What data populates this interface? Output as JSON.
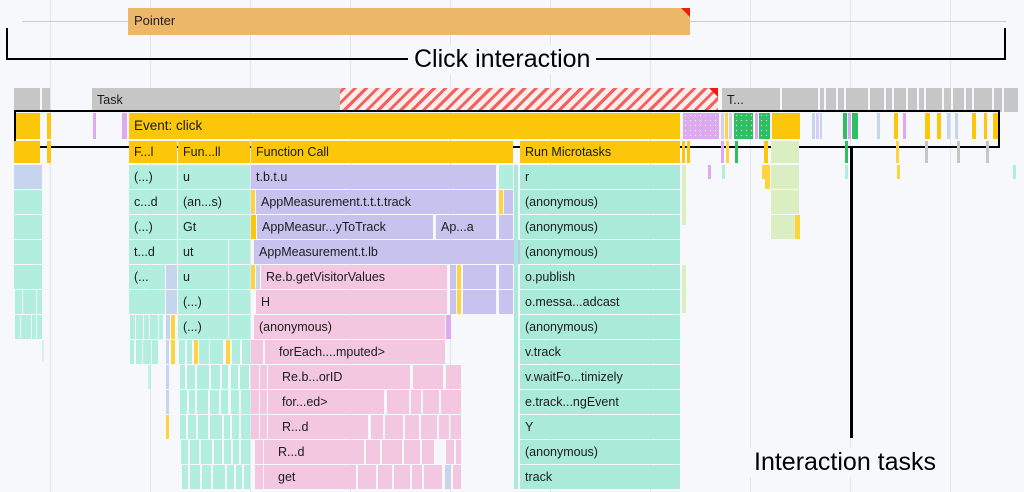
{
  "annotations": {
    "click_interaction": "Click interaction",
    "interaction_tasks": "Interaction tasks"
  },
  "timeline": {
    "pointer_track": {
      "label": "Pointer",
      "has_warning_marker": true
    },
    "task_track": {
      "main_label": "Task",
      "secondary_label": "T...",
      "long_task_warning": true
    },
    "event_track": {
      "label": "Event: click"
    }
  },
  "flame_chart": {
    "header_row": [
      {
        "label": "F...l",
        "color": "#fcc60a"
      },
      {
        "label": "Fun...ll",
        "color": "#fcc60a"
      },
      {
        "label": "Function Call",
        "color": "#fcc60a"
      },
      {
        "label": "Run Microtasks",
        "color": "#fcc60a"
      }
    ],
    "column_a": [
      "(...)",
      "c...d",
      "(...)",
      "t...d",
      "(...",
      "",
      "",
      ""
    ],
    "column_b": [
      "u",
      "(an...s)",
      "Gt",
      "ut",
      "u",
      "(...)",
      "(...)",
      ""
    ],
    "column_c": [
      "t.b.t.u",
      "AppMeasurement.t.t.t.track",
      "AppMeasur...yToTrack",
      "AppMeasurement.t.lb",
      "Re.b.getVisitorValues",
      "H",
      "(anonymous)",
      "forEach....mputed>",
      "Re.b...orID",
      "for...ed>",
      "R...d",
      "R...d",
      "get"
    ],
    "column_c_extra": "Ap...a",
    "column_d": [
      "r",
      "(anonymous)",
      "(anonymous)",
      "(anonymous)",
      "o.publish",
      "o.messa...adcast",
      "(anonymous)",
      "v.track",
      "v.waitFo...timizely",
      "e.track...ngEvent",
      "Y",
      "(anonymous)",
      "track"
    ]
  },
  "colors": {
    "background": "#f7f8fb",
    "gridline": "#dde6f3",
    "pointer": "#edb769",
    "task_gray": "#c6c6c6",
    "event_yellow": "#fcc60a",
    "scripting_purple": "#c7c3ee",
    "rendering_pink": "#f3c7e0",
    "gc_mint": "#b2eedd",
    "paint_green": "#2fbf63",
    "lilac": "#dda9ef",
    "long_task_red": "#f4615c",
    "annotation_black": "#000000"
  }
}
